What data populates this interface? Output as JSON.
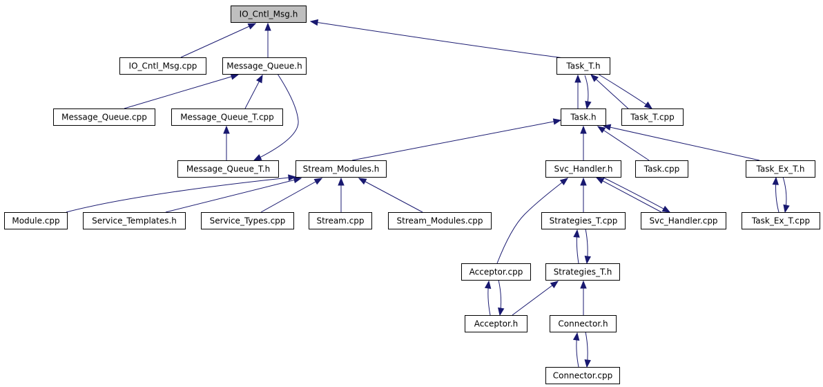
{
  "graph": {
    "root": "io_cntl_msg_h",
    "colors": {
      "edge": "#191970",
      "root_fill": "#bfbfbf",
      "node_fill": "#ffffff",
      "border": "#000000"
    },
    "nodes": [
      {
        "id": "io_cntl_msg_h",
        "label": "IO_Cntl_Msg.h"
      },
      {
        "id": "io_cntl_msg_cpp",
        "label": "IO_Cntl_Msg.cpp"
      },
      {
        "id": "message_queue_h",
        "label": "Message_Queue.h"
      },
      {
        "id": "task_t_h",
        "label": "Task_T.h"
      },
      {
        "id": "message_queue_cpp",
        "label": "Message_Queue.cpp"
      },
      {
        "id": "message_queue_t_cpp",
        "label": "Message_Queue_T.cpp"
      },
      {
        "id": "task_h",
        "label": "Task.h"
      },
      {
        "id": "task_t_cpp",
        "label": "Task_T.cpp"
      },
      {
        "id": "message_queue_t_h",
        "label": "Message_Queue_T.h"
      },
      {
        "id": "stream_modules_h",
        "label": "Stream_Modules.h"
      },
      {
        "id": "svc_handler_h",
        "label": "Svc_Handler.h"
      },
      {
        "id": "task_cpp",
        "label": "Task.cpp"
      },
      {
        "id": "task_ex_t_h",
        "label": "Task_Ex_T.h"
      },
      {
        "id": "module_cpp",
        "label": "Module.cpp"
      },
      {
        "id": "service_templates_h",
        "label": "Service_Templates.h"
      },
      {
        "id": "service_types_cpp",
        "label": "Service_Types.cpp"
      },
      {
        "id": "stream_cpp",
        "label": "Stream.cpp"
      },
      {
        "id": "stream_modules_cpp",
        "label": "Stream_Modules.cpp"
      },
      {
        "id": "strategies_t_cpp",
        "label": "Strategies_T.cpp"
      },
      {
        "id": "svc_handler_cpp",
        "label": "Svc_Handler.cpp"
      },
      {
        "id": "task_ex_t_cpp",
        "label": "Task_Ex_T.cpp"
      },
      {
        "id": "acceptor_cpp",
        "label": "Acceptor.cpp"
      },
      {
        "id": "strategies_t_h",
        "label": "Strategies_T.h"
      },
      {
        "id": "acceptor_h",
        "label": "Acceptor.h"
      },
      {
        "id": "connector_h",
        "label": "Connector.h"
      },
      {
        "id": "connector_cpp",
        "label": "Connector.cpp"
      }
    ],
    "edges": [
      {
        "from": "io_cntl_msg_cpp",
        "to": "io_cntl_msg_h"
      },
      {
        "from": "message_queue_h",
        "to": "io_cntl_msg_h"
      },
      {
        "from": "task_t_h",
        "to": "io_cntl_msg_h"
      },
      {
        "from": "message_queue_cpp",
        "to": "message_queue_h"
      },
      {
        "from": "message_queue_t_cpp",
        "to": "message_queue_h"
      },
      {
        "from": "message_queue_h",
        "to": "message_queue_t_h"
      },
      {
        "from": "message_queue_t_h",
        "to": "message_queue_t_cpp"
      },
      {
        "from": "task_h",
        "to": "task_t_h"
      },
      {
        "from": "task_t_h",
        "to": "task_h"
      },
      {
        "from": "task_t_cpp",
        "to": "task_t_h"
      },
      {
        "from": "task_t_h",
        "to": "task_t_cpp"
      },
      {
        "from": "stream_modules_h",
        "to": "task_h"
      },
      {
        "from": "svc_handler_h",
        "to": "task_h"
      },
      {
        "from": "task_cpp",
        "to": "task_h"
      },
      {
        "from": "task_ex_t_h",
        "to": "task_h"
      },
      {
        "from": "module_cpp",
        "to": "stream_modules_h"
      },
      {
        "from": "service_templates_h",
        "to": "stream_modules_h"
      },
      {
        "from": "service_types_cpp",
        "to": "stream_modules_h"
      },
      {
        "from": "stream_cpp",
        "to": "stream_modules_h"
      },
      {
        "from": "stream_modules_cpp",
        "to": "stream_modules_h"
      },
      {
        "from": "acceptor_cpp",
        "to": "svc_handler_h"
      },
      {
        "from": "strategies_t_cpp",
        "to": "svc_handler_h"
      },
      {
        "from": "svc_handler_cpp",
        "to": "svc_handler_h"
      },
      {
        "from": "svc_handler_h",
        "to": "svc_handler_cpp"
      },
      {
        "from": "task_ex_t_cpp",
        "to": "task_ex_t_h"
      },
      {
        "from": "task_ex_t_h",
        "to": "task_ex_t_cpp"
      },
      {
        "from": "strategies_t_h",
        "to": "strategies_t_cpp"
      },
      {
        "from": "strategies_t_cpp",
        "to": "strategies_t_h"
      },
      {
        "from": "acceptor_h",
        "to": "acceptor_cpp"
      },
      {
        "from": "acceptor_cpp",
        "to": "acceptor_h"
      },
      {
        "from": "acceptor_h",
        "to": "strategies_t_h"
      },
      {
        "from": "connector_h",
        "to": "strategies_t_h"
      },
      {
        "from": "connector_cpp",
        "to": "connector_h"
      },
      {
        "from": "connector_h",
        "to": "connector_cpp"
      }
    ]
  }
}
